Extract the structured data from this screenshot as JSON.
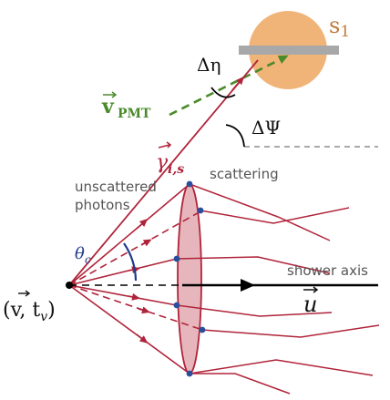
{
  "colors": {
    "sensor_fill": "#F0B478",
    "sensor_bar": "#A8A8A8",
    "photon_red": "#B0243A",
    "pmt_green": "#4A8A2A",
    "lens_fill": "#E7B6BC",
    "dot_blue": "#2B4E9C",
    "angle_blue": "#1F3A8C",
    "sensor_label": "#C07A3A",
    "muted_text": "#555555"
  },
  "labels": {
    "sensor": "s",
    "sensor_sub": "1",
    "delta_eta": "Δη",
    "v_pmt": "v",
    "v_pmt_sub": "PMT",
    "delta_psi": "ΔΨ",
    "gamma": "γ",
    "gamma_sub": "i,s",
    "scattering": "scattering",
    "unscattered_line1": "unscattered",
    "unscattered_line2": "photons",
    "theta_c": "θ",
    "theta_c_sub": "c",
    "shower_axis": "shower axis",
    "vertex": "(v, t",
    "vertex_sub": "v",
    "vertex_close": ")",
    "u_vec": "u"
  }
}
